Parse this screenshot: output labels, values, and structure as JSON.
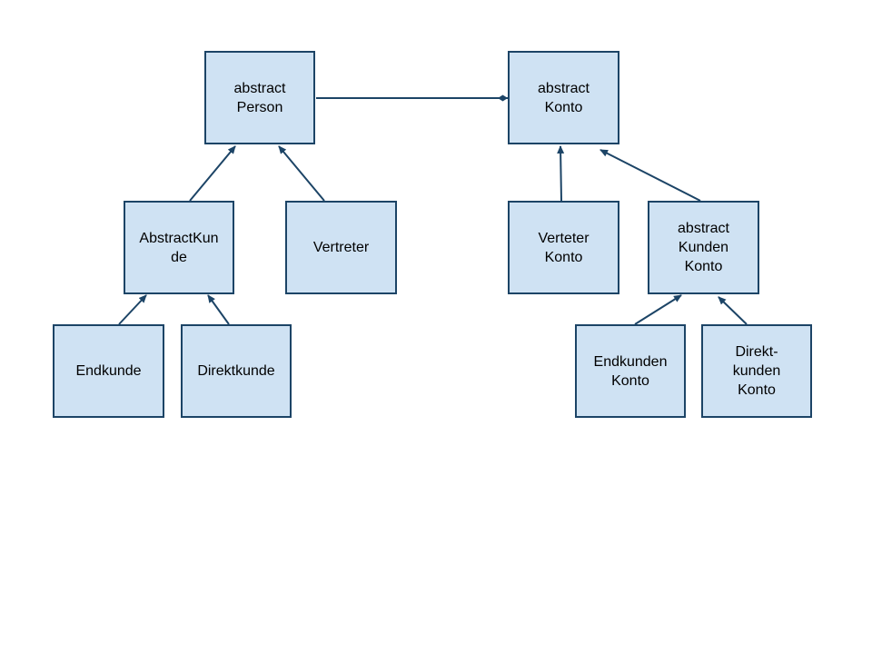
{
  "colors": {
    "box_fill": "#cfe2f3",
    "box_border": "#1c4466",
    "connector": "#1c4466",
    "text": "#000000",
    "background": "#ffffff"
  },
  "boxes": {
    "abstract_person": "abstract\nPerson",
    "abstract_konto": "abstract\nKonto",
    "abstract_kunde": "AbstractKun\nde",
    "vertreter": "Vertreter",
    "verteter_konto": "Verteter\nKonto",
    "abstract_kunden_konto": "abstract\nKunden\nKonto",
    "endkunde": "Endkunde",
    "direktkunde": "Direktkunde",
    "endkunden_konto": "Endkunden\nKonto",
    "direkt_kunden_konto": "Direkt-\nkunden\nKonto"
  },
  "relations": [
    {
      "from": "abstract_kunde",
      "to": "abstract_person",
      "kind": "inheritance"
    },
    {
      "from": "vertreter",
      "to": "abstract_person",
      "kind": "inheritance"
    },
    {
      "from": "endkunde",
      "to": "abstract_kunde",
      "kind": "inheritance"
    },
    {
      "from": "direktkunde",
      "to": "abstract_kunde",
      "kind": "inheritance"
    },
    {
      "from": "verteter_konto",
      "to": "abstract_konto",
      "kind": "inheritance"
    },
    {
      "from": "abstract_kunden_konto",
      "to": "abstract_konto",
      "kind": "inheritance"
    },
    {
      "from": "endkunden_konto",
      "to": "abstract_kunden_konto",
      "kind": "inheritance"
    },
    {
      "from": "direkt_kunden_konto",
      "to": "abstract_kunden_konto",
      "kind": "inheritance"
    },
    {
      "from": "abstract_person",
      "to": "abstract_konto",
      "kind": "composition"
    }
  ]
}
